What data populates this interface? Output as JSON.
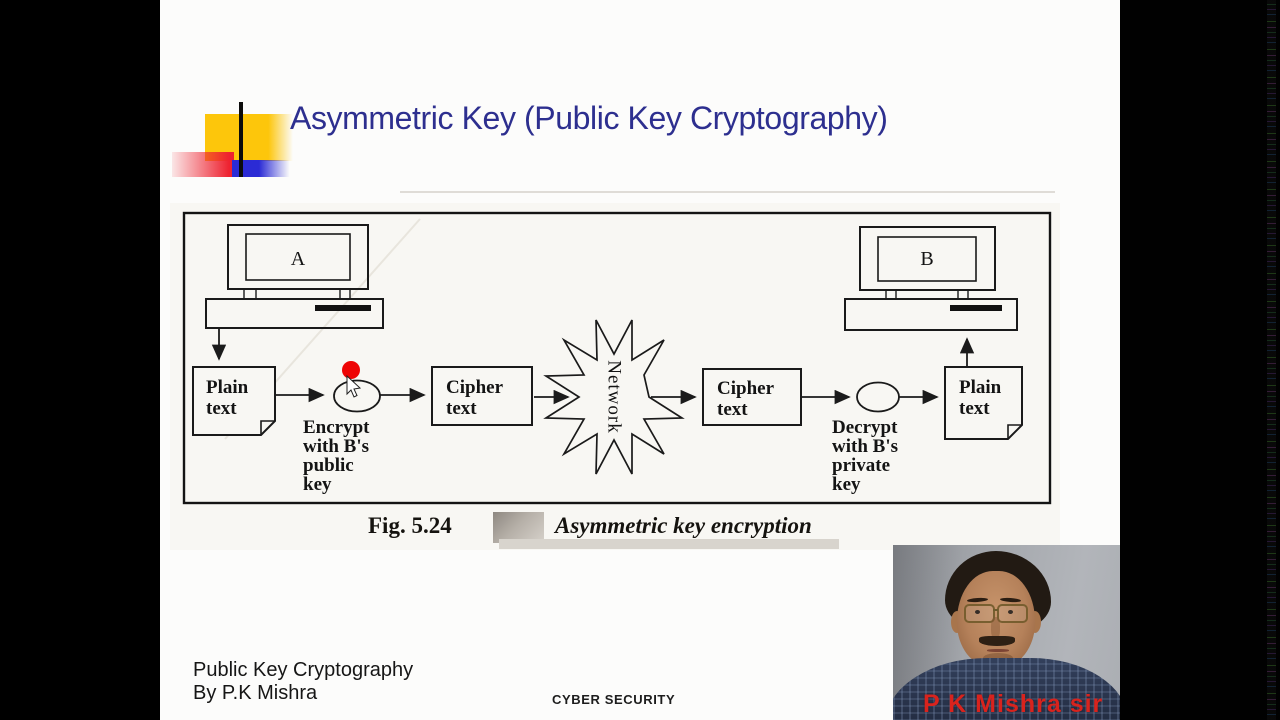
{
  "colors": {
    "title_text": "#2d2f8f",
    "logo_yellow": "#fdc60b",
    "logo_red": "#ee2230",
    "logo_blue": "#2b2bd5",
    "name_red": "#d9231d"
  },
  "slide": {
    "title": "Asymmetric Key (Public Key Cryptography)"
  },
  "figure": {
    "computer_a": "A",
    "computer_b": "B",
    "plain_left": [
      "Plain",
      "text"
    ],
    "cipher_left": [
      "Cipher",
      "text"
    ],
    "network": "Network",
    "cipher_right": [
      "Cipher",
      "text"
    ],
    "plain_right": [
      "Plain",
      "text"
    ],
    "encrypt": [
      "Encrypt",
      "with B's",
      "public",
      "key"
    ],
    "decrypt": [
      "Decrypt",
      "with B's",
      "private",
      "key"
    ],
    "caption_fig": "Fig. 5.24",
    "caption_title": "Asymmetric key encryption"
  },
  "footer": {
    "line1": "Public Key Cryptography",
    "line2": "By P.K Mishra",
    "watermark": "CYBER SECURITY"
  },
  "webcam": {
    "name": "P K Mishra sir"
  }
}
